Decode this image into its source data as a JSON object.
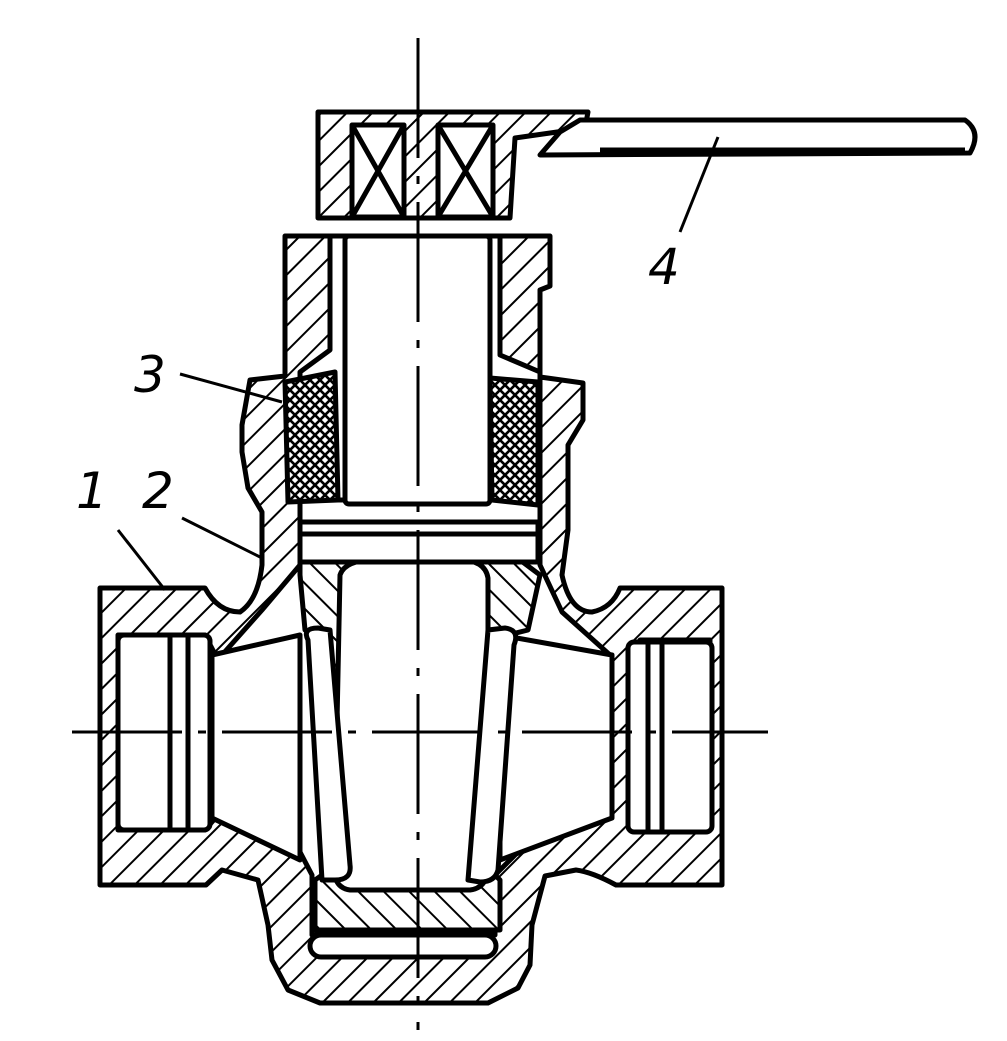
{
  "callouts": {
    "label_1": "1",
    "label_2": "2",
    "label_3": "3",
    "label_4": "4"
  },
  "colors": {
    "ink": "#000000",
    "paper": "#ffffff"
  }
}
